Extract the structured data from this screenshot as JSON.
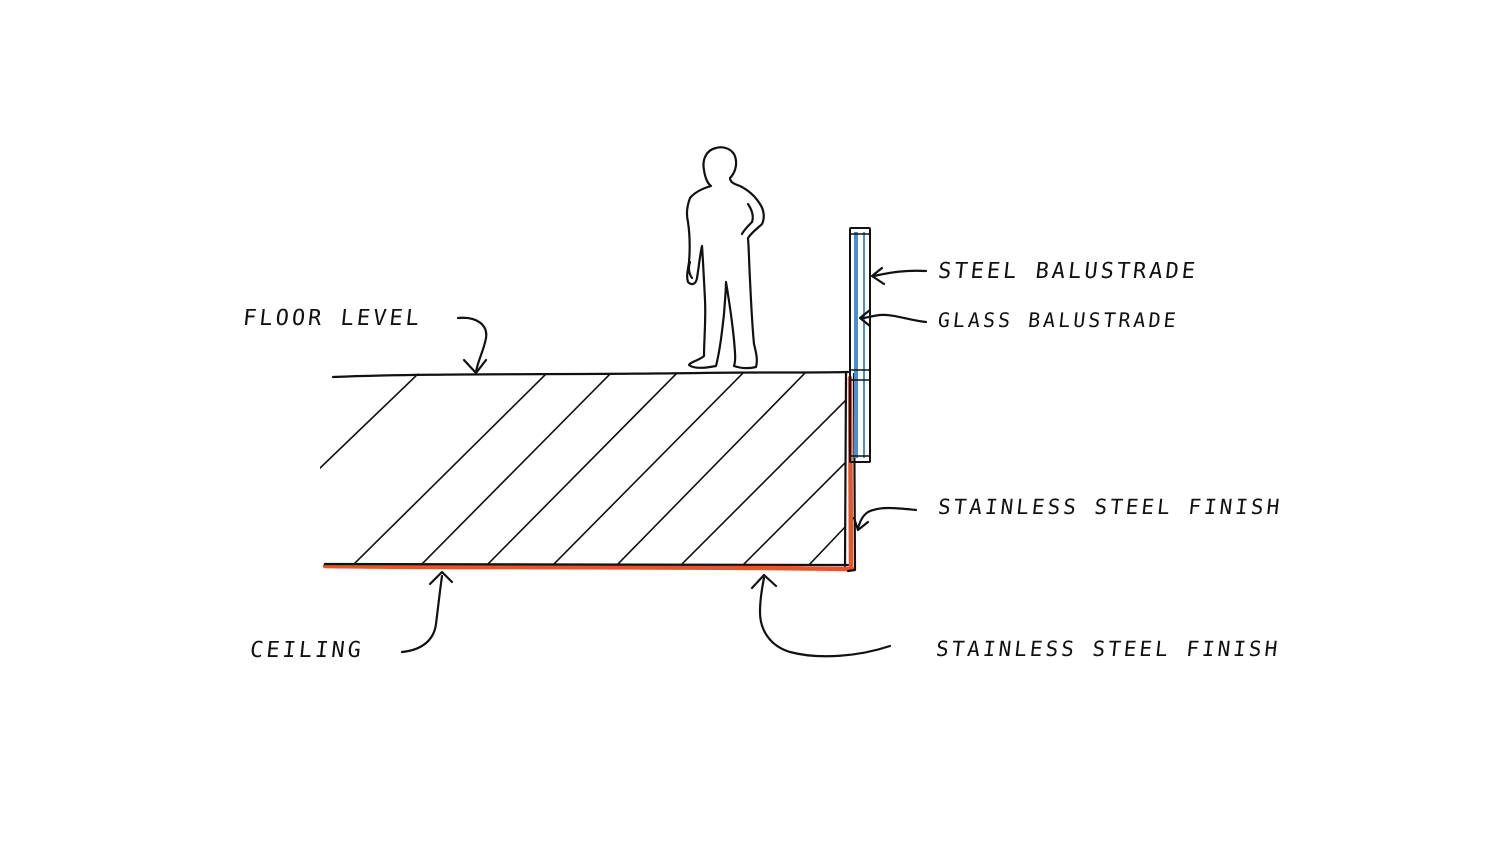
{
  "labels": {
    "floor_level": "Floor level",
    "steel_balustrade": "Steel balustrade",
    "glass_balustrade": "Glass balustrade",
    "stainless_finish_side": "Stainless steel finish",
    "ceiling": "Ceiling",
    "stainless_finish_bottom": "Stainless steel finish"
  },
  "colors": {
    "ink": "#111111",
    "stainless_finish": "#e8542a",
    "glass": "#4a8fd0",
    "background": "#ffffff"
  },
  "icons": {
    "figure": "person-silhouette-icon"
  }
}
